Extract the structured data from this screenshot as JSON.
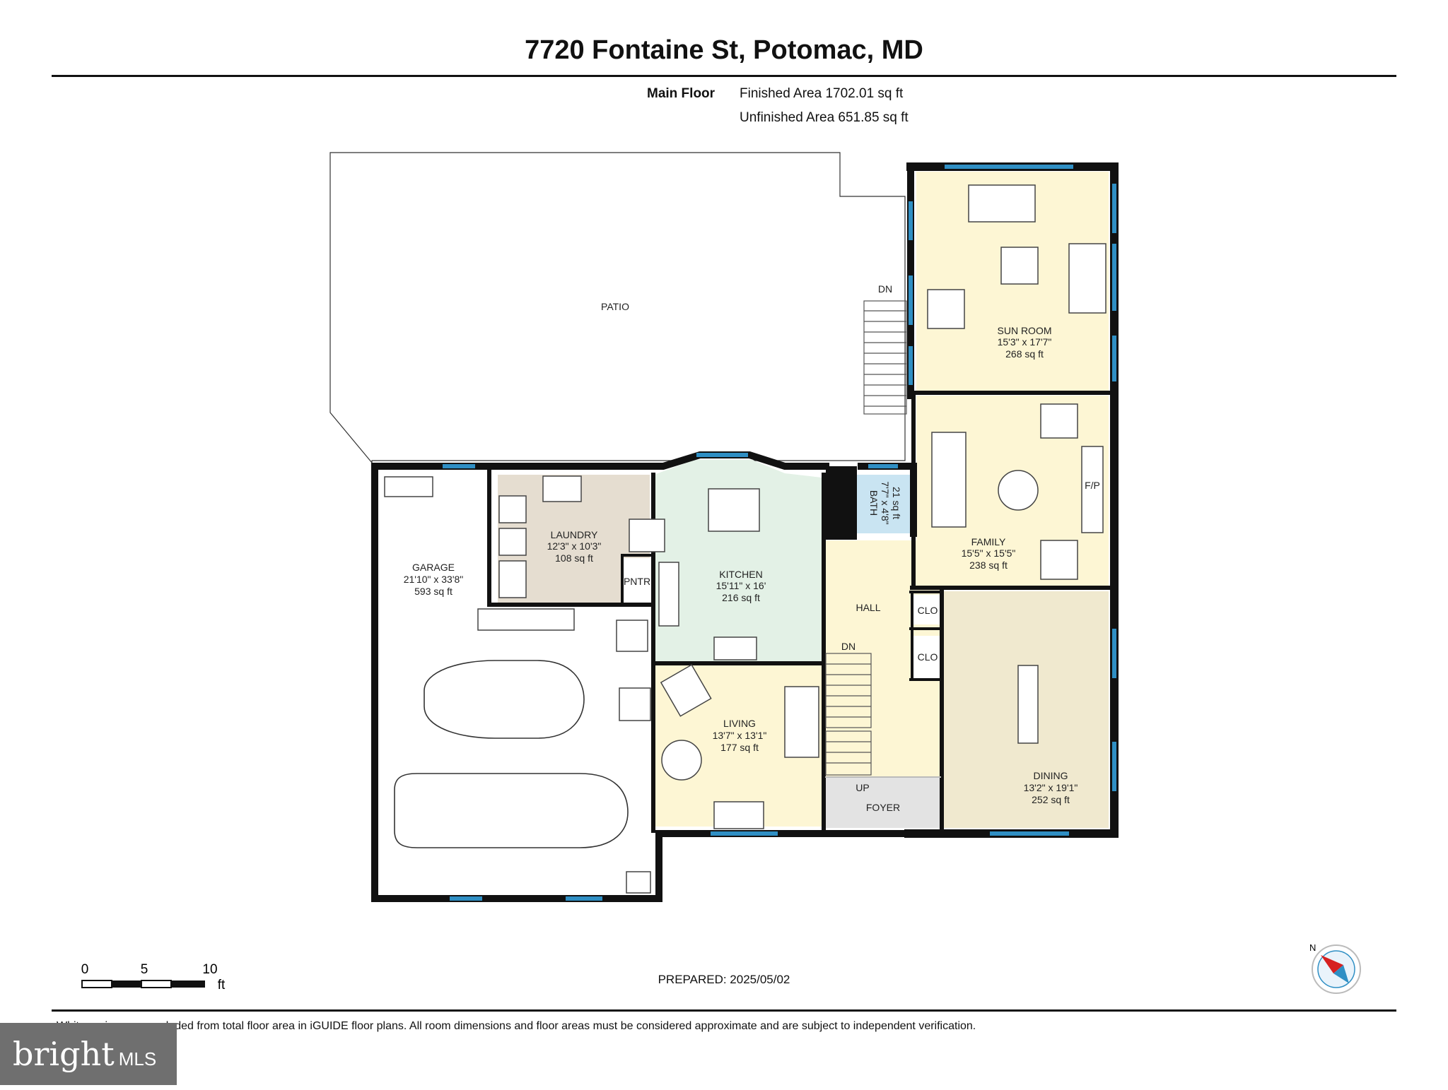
{
  "header": {
    "title": "7720 Fontaine St, Potomac, MD",
    "floor_name": "Main Floor",
    "finished_area": "Finished Area 1702.01 sq ft",
    "unfinished_area": "Unfinished Area 651.85 sq ft"
  },
  "rooms": {
    "patio": {
      "name": "PATIO"
    },
    "sunroom": {
      "name": "SUN ROOM",
      "dims": "15'3\" x 17'7\"",
      "area": "268 sq ft"
    },
    "family": {
      "name": "FAMILY",
      "dims": "15'5\" x 15'5\"",
      "area": "238 sq ft"
    },
    "bath": {
      "name": "BATH",
      "dims": "7'7\" x 4'8\"",
      "area": "21 sq ft"
    },
    "garage": {
      "name": "GARAGE",
      "dims": "21'10\" x 33'8\"",
      "area": "593 sq ft"
    },
    "laundry": {
      "name": "LAUNDRY",
      "dims": "12'3\" x 10'3\"",
      "area": "108 sq ft"
    },
    "kitchen": {
      "name": "KITCHEN",
      "dims": "15'11\" x 16'",
      "area": "216 sq ft"
    },
    "pantry": {
      "name": "PNTR"
    },
    "hall": {
      "name": "HALL"
    },
    "closet1": {
      "name": "CLO"
    },
    "closet2": {
      "name": "CLO"
    },
    "living": {
      "name": "LIVING",
      "dims": "13'7\" x 13'1\"",
      "area": "177 sq ft"
    },
    "dining": {
      "name": "DINING",
      "dims": "13'2\" x 19'1\"",
      "area": "252 sq ft"
    },
    "foyer": {
      "name": "FOYER"
    }
  },
  "labels": {
    "dn_patio": "DN",
    "dn_hall": "DN",
    "up_foyer": "UP",
    "fireplace": "F/P"
  },
  "scale": {
    "zero": "0",
    "five": "5",
    "ten": "10",
    "unit": "ft"
  },
  "compass": {
    "north": "N"
  },
  "footer": {
    "prepared": "PREPARED: 2025/05/02",
    "disclaimer": "White regions are excluded from total floor area in iGUIDE floor plans. All room dimensions and floor areas must be considered approximate and are subject to independent verification."
  },
  "logo": {
    "brand": "bright",
    "suffix": "MLS"
  },
  "colors": {
    "sunroom": "#fdf6d4",
    "family": "#fdf6d4",
    "dining": "#f0e9cf",
    "kitchen": "#e3f1e6",
    "laundry": "#e5ddd0",
    "living": "#fdf6d4",
    "bath": "#c9e4f2",
    "foyer": "#e3e3e3",
    "hall": "#fdf6d4",
    "window": "#2f8fc4",
    "wall": "#111111",
    "logo": "#6f6f6f"
  }
}
